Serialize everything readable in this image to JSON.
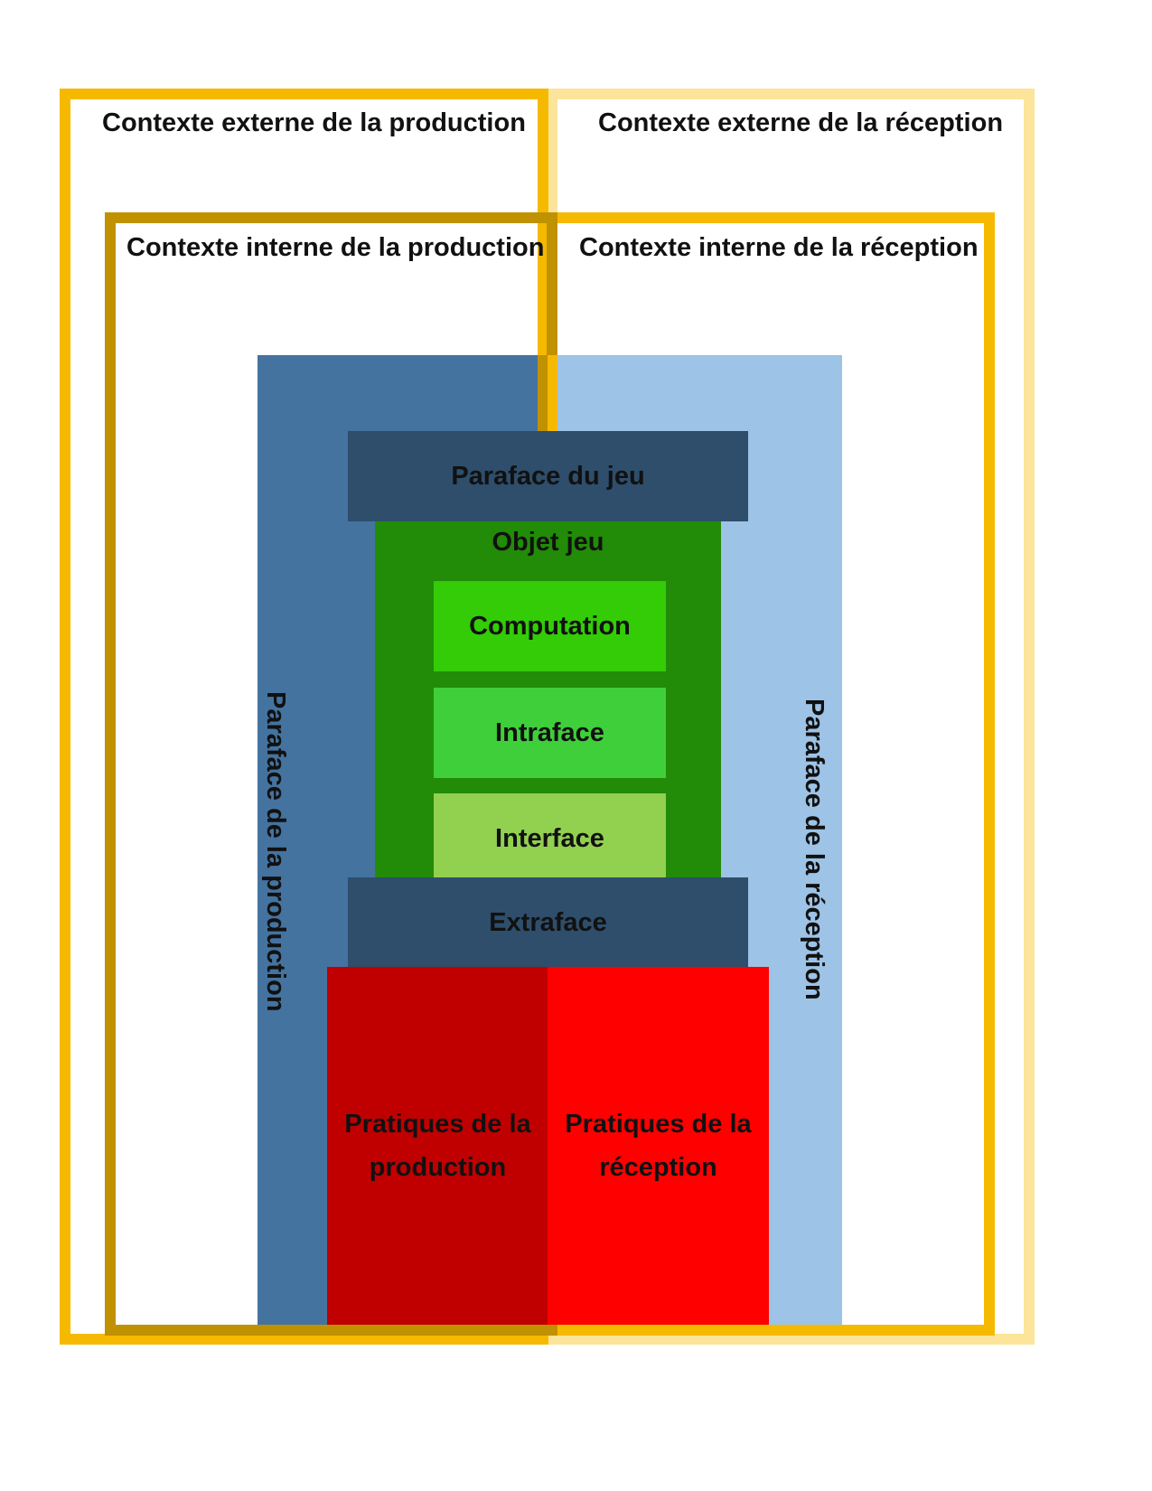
{
  "contexts": {
    "external_production": "Contexte externe de la production",
    "external_reception": "Contexte externe de la réception",
    "internal_production": "Contexte interne de la production",
    "internal_reception": "Contexte interne de la réception"
  },
  "paraface": {
    "production": "Paraface de la production",
    "reception": "Paraface de la réception",
    "game": "Paraface du jeu"
  },
  "game_object": {
    "title": "Objet jeu",
    "layers": [
      "Computation",
      "Intraface",
      "Interface"
    ]
  },
  "extraface": "Extraface",
  "practices": {
    "production": "Pratiques de la production",
    "reception": "Pratiques de la réception"
  },
  "colors": {
    "external_production_frame": "#F5BA00",
    "external_reception_frame": "#FCE49A",
    "internal_production_frame": "#C09100",
    "internal_reception_frame": "#F5BA00",
    "paraface_production": "#4473A0",
    "paraface_reception": "#9DC3E6",
    "paraface_game": "#2E4E6B",
    "extraface": "#2E4E6B",
    "game_object": "#228B08",
    "computation": "#33CC07",
    "intraface": "#3FCF3A",
    "interface": "#92D050",
    "practices_production": "#C00000",
    "practices_reception": "#FF0000"
  }
}
